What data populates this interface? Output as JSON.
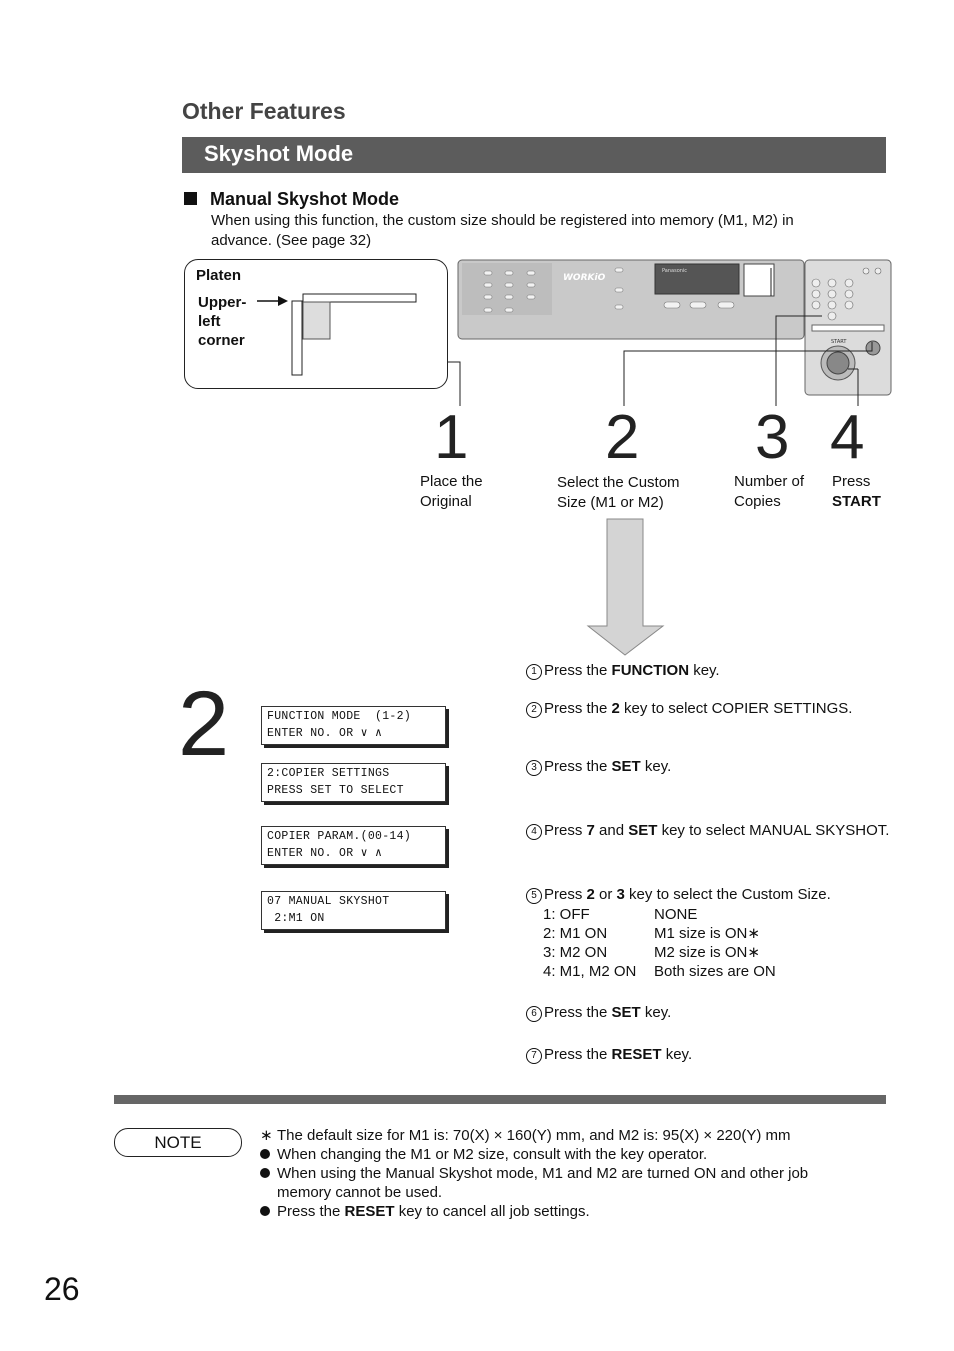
{
  "header": {
    "section": "Other Features",
    "banner": "Skyshot Mode"
  },
  "subsection": {
    "title": "Manual Skyshot Mode",
    "intro": "When using this function, the custom size should be registered into memory (M1, M2) in advance. (See page 32)"
  },
  "platen_diagram": {
    "label": "Platen",
    "corner_line1": "Upper-",
    "corner_line2": "left",
    "corner_line3": "corner"
  },
  "panel": {
    "brand": "WORKiO",
    "maker": "Panasonic",
    "start_label": "START"
  },
  "steps": [
    {
      "num": "1",
      "line1": "Place the",
      "line2": "Original"
    },
    {
      "num": "2",
      "line1": "Select the Custom",
      "line2": "Size (M1 or M2)"
    },
    {
      "num": "3",
      "line1": "Number of",
      "line2": "Copies"
    },
    {
      "num": "4",
      "line1": "Press",
      "line2": "START"
    }
  ],
  "detail": {
    "step_num": "2",
    "lcd": [
      {
        "line1": "FUNCTION MODE  (1-2)",
        "line2": "ENTER NO. OR ∨ ∧"
      },
      {
        "line1": "2:COPIER SETTINGS",
        "line2": "PRESS SET TO SELECT"
      },
      {
        "line1": "COPIER PARAM.(00-14)",
        "line2": "ENTER NO. OR ∨ ∧"
      },
      {
        "line1": "07 MANUAL SKYSHOT",
        "line2": " 2:M1 ON"
      }
    ],
    "instructions": [
      {
        "n": "1",
        "pre": "Press the ",
        "key": "FUNCTION",
        "post": " key."
      },
      {
        "n": "2",
        "pre": "Press the ",
        "key": "2",
        "post": " key to select COPIER SETTINGS."
      },
      {
        "n": "3",
        "pre": "Press the ",
        "key": "SET",
        "post": " key."
      },
      {
        "n": "4",
        "pre": "Press ",
        "key": "7",
        "mid": " and ",
        "key2": "SET",
        "post": " key to select MANUAL SKYSHOT."
      },
      {
        "n": "5",
        "pre": "Press ",
        "key": "2",
        "mid": " or ",
        "key2": "3",
        "post": " key to select the Custom Size."
      },
      {
        "n": "6",
        "pre": "Press the ",
        "key": "SET",
        "post": " key."
      },
      {
        "n": "7",
        "pre": "Press the ",
        "key": "RESET",
        "post": " key."
      }
    ],
    "options": [
      {
        "code": "1: OFF",
        "desc": "NONE"
      },
      {
        "code": "2: M1 ON",
        "desc": "M1 size is ON∗"
      },
      {
        "code": "3: M2 ON",
        "desc": "M2 size is ON∗"
      },
      {
        "code": "4: M1, M2 ON",
        "desc": "Both sizes are ON"
      }
    ]
  },
  "note": {
    "label": "NOTE",
    "items": [
      {
        "bullet": "∗",
        "text": "The default size for M1 is: 70(X) × 160(Y) mm, and M2 is: 95(X) × 220(Y) mm"
      },
      {
        "bullet": "dot",
        "text": "When changing the M1 or M2 size, consult with the key operator."
      },
      {
        "bullet": "dot",
        "text": "When using the Manual Skyshot mode, M1 and M2 are turned ON and other job memory cannot be used."
      },
      {
        "bullet": "dot",
        "pre": "Press the ",
        "key": "RESET",
        "post": " key to cancel all job settings."
      }
    ]
  },
  "page_number": "26"
}
